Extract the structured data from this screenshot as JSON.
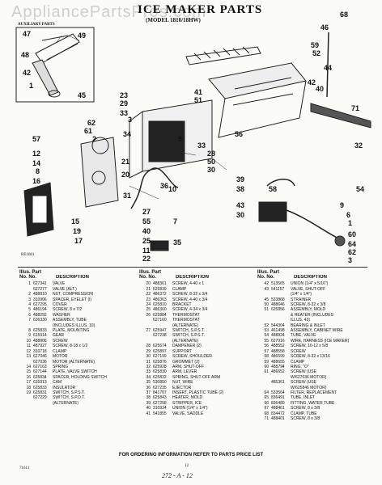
{
  "watermark": "AppliancePartsPros.com",
  "title": "ICE MAKER PARTS",
  "subtitle": "(MODEL 1810/18HW)",
  "aux_label": "AUXILIARY PARTS",
  "reg_code": "RE1681",
  "callouts": [
    "68",
    "47",
    "49",
    "48",
    "42",
    "1",
    "45",
    "46",
    "59",
    "52",
    "44",
    "42",
    "40",
    "41",
    "51",
    "23",
    "29",
    "33",
    "3",
    "62",
    "61",
    "2",
    "34",
    "5",
    "33",
    "57",
    "12",
    "14",
    "8",
    "16",
    "21",
    "20",
    "32",
    "28",
    "50",
    "30",
    "36",
    "39",
    "38",
    "43",
    "30",
    "9",
    "6",
    "1",
    "15",
    "19",
    "17",
    "27",
    "55",
    "40",
    "25",
    "11",
    "22",
    "35",
    "7",
    "10",
    "31",
    "56",
    "71",
    "58",
    "60",
    "64",
    "62",
    "3",
    "54"
  ],
  "columns": [
    {
      "headers": [
        "Illus. Part",
        "No.  No.",
        "DESCRIPTION"
      ],
      "rows": [
        [
          "1",
          "627341",
          "VALVE"
        ],
        [
          "",
          "627277",
          "VALVE (ALT.)"
        ],
        [
          "2",
          "488810",
          "NUT, COMPRESSION"
        ],
        [
          "3",
          "310906",
          "SPACER, EYELET (I)"
        ],
        [
          "4",
          "627295",
          "COVER"
        ],
        [
          "5",
          "486194",
          "SCREW, 8 x 7/2"
        ],
        [
          "6",
          "488292",
          "WASHER"
        ],
        [
          "7",
          "636330",
          "ASSEMBLY, TUBE"
        ],
        [
          "",
          "",
          "(INCLUDES ILLUS. 10)"
        ],
        [
          "8",
          "625833",
          "PLATE, MOUNTING"
        ],
        [
          "9",
          "615914",
          "GEAR"
        ],
        [
          "10",
          "488806",
          "SCREW"
        ],
        [
          "11",
          "487927",
          "SCREW, 8-18 x 1/2"
        ],
        [
          "12",
          "310718",
          "CLAMP"
        ],
        [
          "13",
          "627046",
          "MOTOR"
        ],
        [
          "",
          "627036",
          "MOTOR (ALTERNATE)"
        ],
        [
          "14",
          "627163",
          "SPRING"
        ],
        [
          "15",
          "627144",
          "PLATE, VALVE SWITCH"
        ],
        [
          "16",
          "625834",
          "SPACER, HOLDING SWITCH"
        ],
        [
          "17",
          "625913",
          "CAM"
        ],
        [
          "18",
          "625833",
          "INSULATOR"
        ],
        [
          "19",
          "625831",
          "SWITCH, S.P.S.T."
        ],
        [
          "",
          "627229",
          "SWITCH, S.P.D.T."
        ],
        [
          "",
          "",
          "(ALTERNATE)"
        ]
      ]
    },
    {
      "headers": [
        "Illus. Part",
        "No.  No.",
        "DESCRIPTION"
      ],
      "rows": [
        [
          "20",
          "488361",
          "SCREW, 4-40 x 1"
        ],
        [
          "21",
          "625839",
          "CLAMP"
        ],
        [
          "22",
          "486372",
          "SCREW, 8-32 x 3/4"
        ],
        [
          "23",
          "486363",
          "SCREW, 4-40 x 3/4"
        ],
        [
          "24",
          "625810",
          "BRACKET"
        ],
        [
          "25",
          "486360",
          "SCREW, 4-34 x 3/4"
        ],
        [
          "26",
          "625884",
          "THERMOSTAT"
        ],
        [
          "",
          "627160",
          "THERMOSTAT"
        ],
        [
          "",
          "",
          "(ALTERNATE)"
        ],
        [
          "27",
          "625947",
          "SWITCH, S.P.S.T."
        ],
        [
          "",
          "627238",
          "SWITCH, S.P.S.T."
        ],
        [
          "",
          "",
          "(ALTERNATE)"
        ],
        [
          "28",
          "625674",
          "DAMPENER (2)"
        ],
        [
          "29",
          "625897",
          "SUPPORT"
        ],
        [
          "30",
          "627199",
          "SCREW, SHOULDER"
        ],
        [
          "31",
          "625876",
          "GROMMET (2)"
        ],
        [
          "32",
          "625928",
          "ARM, SHUT-OFF"
        ],
        [
          "33",
          "625830",
          "ARM, LEVER"
        ],
        [
          "34",
          "625832",
          "SPRING, SHUT-OFF ARM"
        ],
        [
          "35",
          "530850",
          "NUT, WIRE"
        ],
        [
          "36",
          "627235",
          "EJECTOR"
        ],
        [
          "37",
          "841707",
          "INSERT, PLASTIC TUBE (2)"
        ],
        [
          "38",
          "625843",
          "HEATER, MOLD"
        ],
        [
          "39",
          "627258",
          "STRIPPER, ICE"
        ],
        [
          "40",
          "310934",
          "UNION (1/4\" x 1/4\")"
        ],
        [
          "41",
          "541855",
          "VALVE, SADDLE"
        ]
      ]
    },
    {
      "headers": [
        "Illus. Part",
        "No.  No.",
        "DESCRIPTION"
      ],
      "rows": [
        [
          "42",
          "513565",
          "UNION (1/4\" x 5/16\")"
        ],
        [
          "43",
          "541157",
          "VALVE, SHUT-OFF"
        ],
        [
          "",
          "",
          "(1/4\" x 1/4\")"
        ],
        [
          "45",
          "533868",
          "STRAINER"
        ],
        [
          "50",
          "488646",
          "SCREW, 8-32 x 3/8"
        ],
        [
          "51",
          "625856",
          "ASSEMBLY, MOLD"
        ],
        [
          "",
          "",
          "& HEATER (INCLUDES"
        ],
        [
          "",
          "",
          "ILLUS. 43)"
        ],
        [
          "52",
          "544304",
          "BEARING & INLET"
        ],
        [
          "53",
          "461498",
          "ASSEMBLY, CABINET WIRE"
        ],
        [
          "54",
          "488824",
          "TUBE, VALVE"
        ],
        [
          "55",
          "627016",
          "WIRE, HARNESS (ICE MAKER)"
        ],
        [
          "56",
          "488552",
          "SCREW, 10-12 x 5/8"
        ],
        [
          "57",
          "488558",
          "SCREW"
        ],
        [
          "58",
          "486599",
          "SCREW, 8-32 x 13/16"
        ],
        [
          "59",
          "488655",
          "CLAMP"
        ],
        [
          "60",
          "488794",
          "RING, \"O\""
        ],
        [
          "61",
          "486652",
          "SCREW (USE"
        ],
        [
          "",
          "",
          "W/627036 MOTOR)"
        ],
        [
          "",
          "485361",
          "SCREW (USE"
        ],
        [
          "",
          "",
          "W/625846 MOTOR)"
        ],
        [
          "64",
          "533564",
          "FILTER, REPLACEMENT"
        ],
        [
          "65",
          "836491",
          "TUBE, INLET"
        ],
        [
          "66",
          "836489",
          "FITTING, WATER TUBE"
        ],
        [
          "67",
          "488461",
          "SCREW, 8 x 3/8"
        ],
        [
          "68",
          "834472",
          "CLAMP, TUBE"
        ],
        [
          "71",
          "488401",
          "SCREW, 8 x 3/8"
        ]
      ]
    }
  ],
  "footer_text": "FOR ORDERING INFORMATION REFER TO PARTS PRICE LIST",
  "doc_code": "71611",
  "page_number": "12",
  "handwritten": "272 - A - 12"
}
